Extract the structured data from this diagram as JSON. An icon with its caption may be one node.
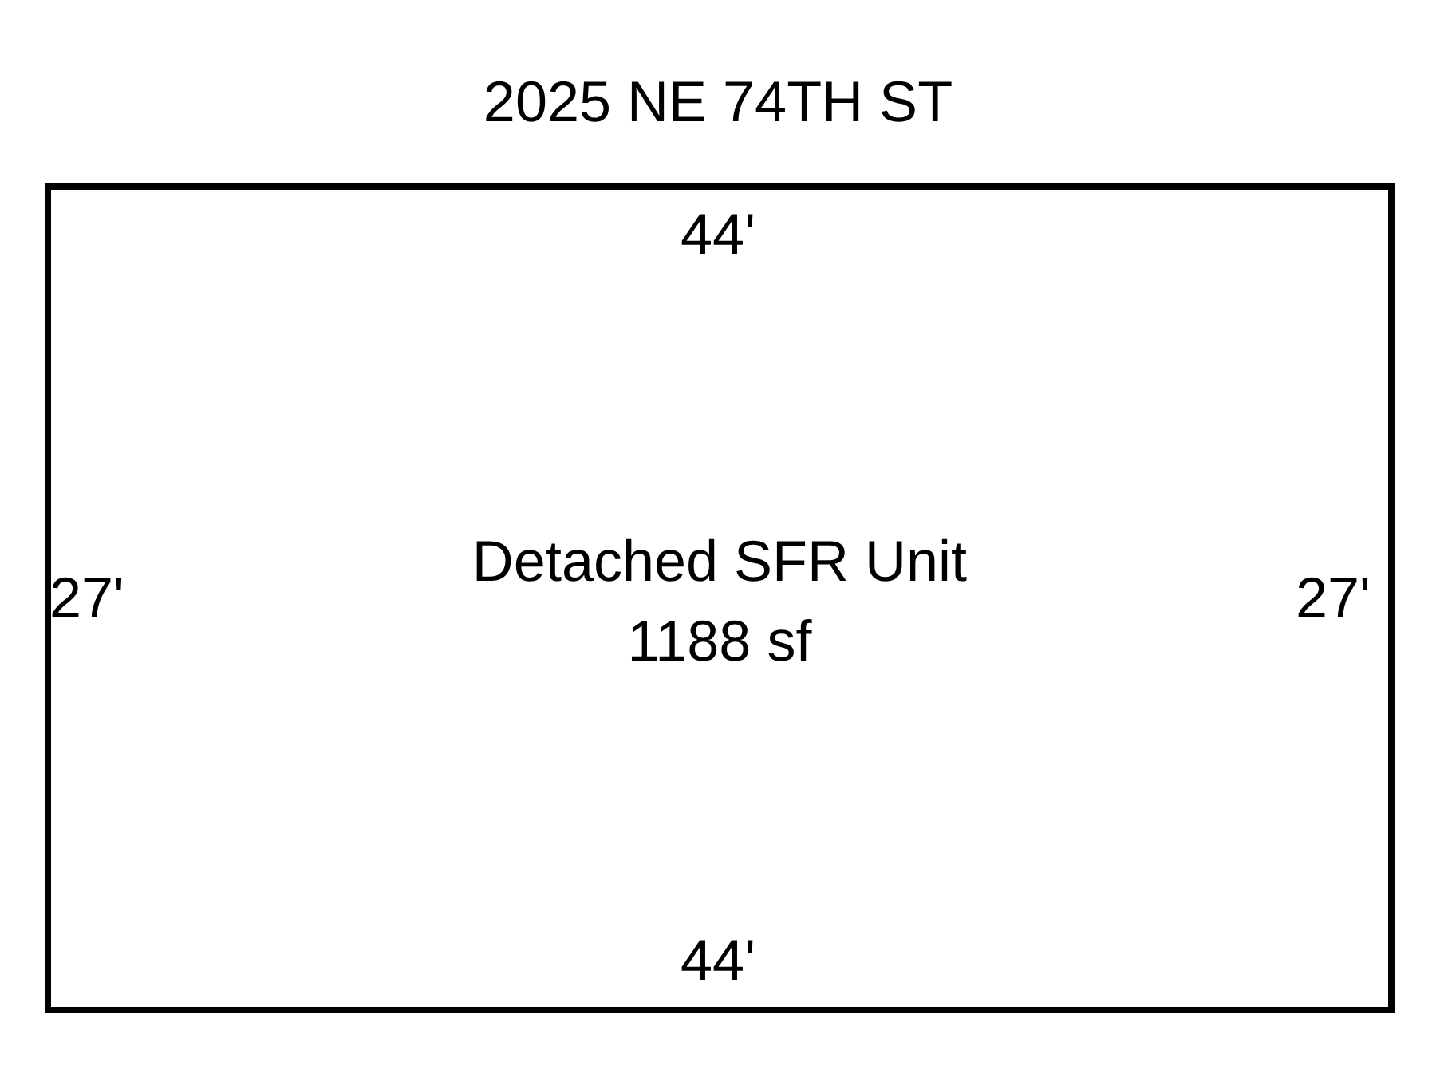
{
  "diagram": {
    "title": "2025 NE 74TH ST",
    "nodes": [
      {
        "text": [
          "Detached SFR Unit",
          "1188 sf"
        ]
      }
    ],
    "labels": [
      "44'",
      "27'",
      "27'",
      "44'"
    ]
  }
}
